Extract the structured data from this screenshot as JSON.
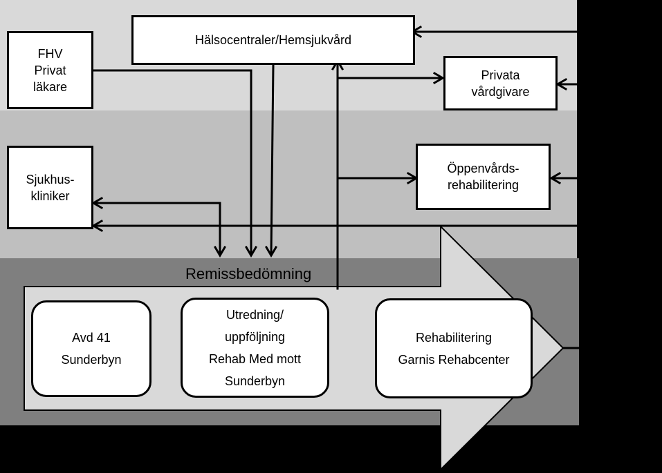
{
  "diagram": {
    "top_boxes": {
      "halsocentraler": "Hälsocentraler/Hemsjukvård",
      "fhv": "FHV\nPrivat\nläkare",
      "privata": "Privata\nvårdgivare"
    },
    "middle_boxes": {
      "sjukhus": "Sjukhus-\nkliniker",
      "oppenvard": "Öppenvårds-\nrehabilitering"
    },
    "bottom": {
      "remiss_label": "Remissbedömning",
      "avd41": "Avd 41\nSunderbyn",
      "utredning": "Utredning/\nuppföljning\nRehab Med mott\nSunderbyn",
      "rehabilitering": "Rehabilitering\nGarnis Rehabcenter"
    },
    "colors": {
      "band_top": "#d9d9d9",
      "band_middle": "#bfbfbf",
      "band_bottom": "#7f7f7f",
      "arrow_fill": "#d9d9d9",
      "background": "#000000"
    }
  }
}
